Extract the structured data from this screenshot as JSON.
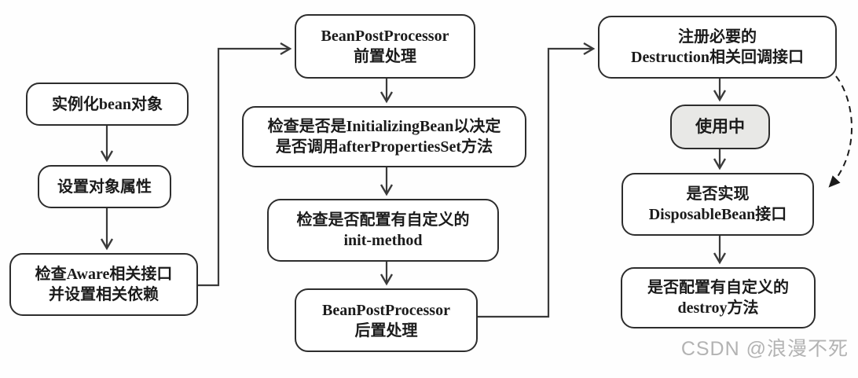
{
  "diagram": {
    "watermark": "CSDN @浪漫不死",
    "colors": {
      "box_border": "#2d2d2d",
      "box_fill": "#ffffff",
      "highlight_fill": "#e8e8e6",
      "line": "#3a3a3a",
      "text": "#1b1b1b",
      "watermark": "#b3b3b3",
      "background": "#ffffff"
    },
    "nodes": [
      {
        "id": "instantiate-bean",
        "lines": [
          "实例化bean对象"
        ]
      },
      {
        "id": "set-properties",
        "lines": [
          "设置对象属性"
        ]
      },
      {
        "id": "check-aware",
        "lines": [
          "检查Aware相关接口",
          "并设置相关依赖"
        ]
      },
      {
        "id": "bpp-pre",
        "lines": [
          "BeanPostProcessor",
          "前置处理"
        ]
      },
      {
        "id": "check-initializing-bean",
        "lines": [
          "检查是否是InitializingBean以决定",
          "是否调用afterPropertiesSet方法"
        ]
      },
      {
        "id": "check-init-method",
        "lines": [
          "检查是否配置有自定义的",
          "init-method"
        ]
      },
      {
        "id": "bpp-post",
        "lines": [
          "BeanPostProcessor",
          "后置处理"
        ]
      },
      {
        "id": "register-destruction",
        "lines": [
          "注册必要的",
          "Destruction相关回调接口"
        ]
      },
      {
        "id": "in-use",
        "lines": [
          "使用中"
        ],
        "highlighted": true
      },
      {
        "id": "check-disposable-bean",
        "lines": [
          "是否实现",
          "DisposableBean接口"
        ]
      },
      {
        "id": "check-destroy-method",
        "lines": [
          "是否配置有自定义的",
          "destroy方法"
        ]
      }
    ]
  }
}
